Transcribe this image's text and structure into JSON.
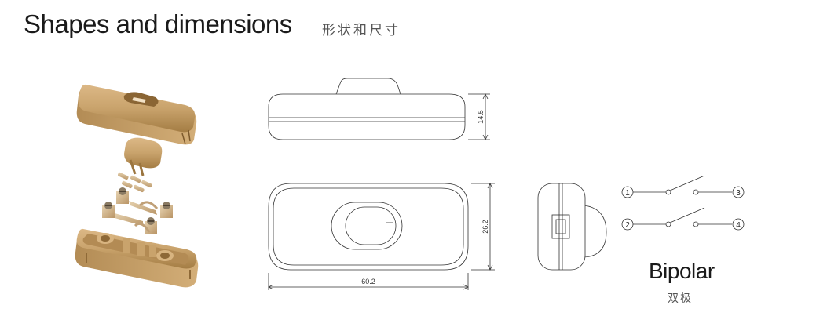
{
  "header": {
    "title": "Shapes and dimensions",
    "subtitle": "形状和尺寸"
  },
  "dimensions": {
    "height": "14.5",
    "width": "26.2",
    "length": "60.2"
  },
  "wiring": {
    "terminals": [
      "1",
      "2",
      "3",
      "4"
    ],
    "label": "Bipolar",
    "label_sub": "双极"
  },
  "colors": {
    "product": "#c9a36c",
    "product_dark": "#a47d44",
    "line": "#333333"
  }
}
